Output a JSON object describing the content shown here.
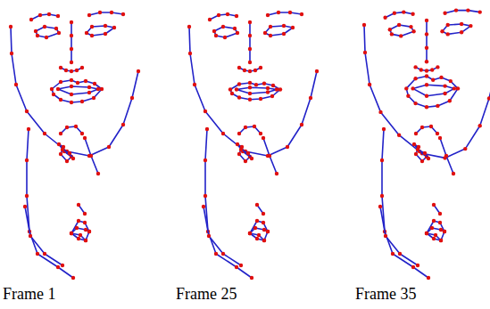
{
  "diagram": {
    "labels": [
      "Frame 1",
      "Frame 25",
      "Frame 35"
    ]
  }
}
